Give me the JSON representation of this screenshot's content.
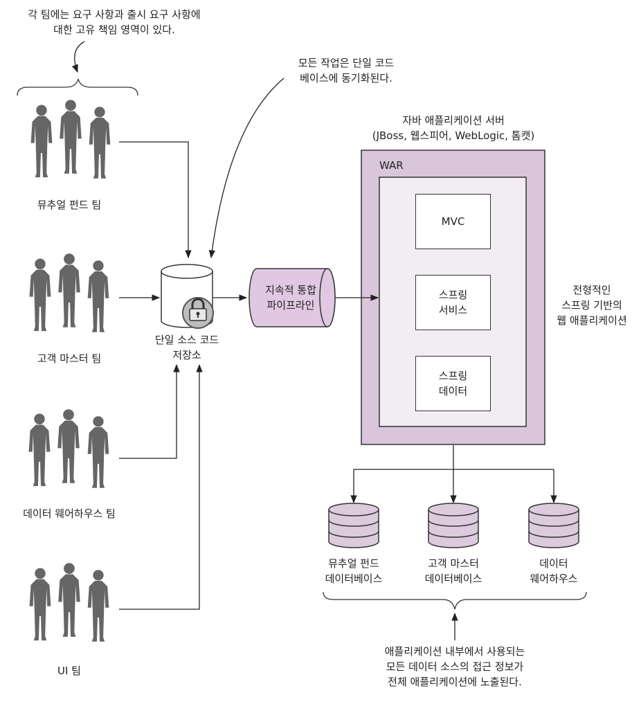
{
  "colors": {
    "server_fill": "#d9c6da",
    "war_fill": "#f2ecf3",
    "pipe_fill": "#e0c8e2",
    "db_fill": "#dccadd",
    "person_fill": "#666666",
    "line": "#222222"
  },
  "notes": {
    "teams_responsibility": [
      "각 팀에는 요구 사항과 출시 요구 사항에",
      "대한 고유 책임 영역이 있다."
    ],
    "single_codebase": [
      "모든 작업은 단일 코드",
      "베이스에 동기화된다."
    ],
    "data_exposure": [
      "애플리케이션 내부에서 사용되는",
      "모든 데이터 소스의 접근 정보가",
      "전체 애플리케이션에 노출된다."
    ]
  },
  "teams": [
    {
      "label": "뮤추얼 펀드 팀"
    },
    {
      "label": "고객 마스터 팀"
    },
    {
      "label": "데이터 웨어하우스 팀"
    },
    {
      "label": "UI 팀"
    }
  ],
  "repository": {
    "label": [
      "단일 소스 코드",
      "저장소"
    ],
    "icon": "lock-icon"
  },
  "pipeline": {
    "label": [
      "지속적 통합",
      "파이프라인"
    ]
  },
  "server": {
    "title": [
      "자바 애플리케이션 서버",
      "(JBoss, 웹스피어, WebLogic, 톰캣)"
    ],
    "war_label": "WAR",
    "components": [
      {
        "label": [
          "MVC"
        ]
      },
      {
        "label": [
          "스프링",
          "서비스"
        ]
      },
      {
        "label": [
          "스프링",
          "데이터"
        ]
      }
    ]
  },
  "side_note": [
    "전형적인",
    "스프링 기반의",
    "웹 애플리케이션"
  ],
  "databases": [
    {
      "label": [
        "뮤추얼 펀드",
        "데이터베이스"
      ]
    },
    {
      "label": [
        "고객 마스터",
        "데이터베이스"
      ]
    },
    {
      "label": [
        "데이터",
        "웨어하우스"
      ]
    }
  ]
}
